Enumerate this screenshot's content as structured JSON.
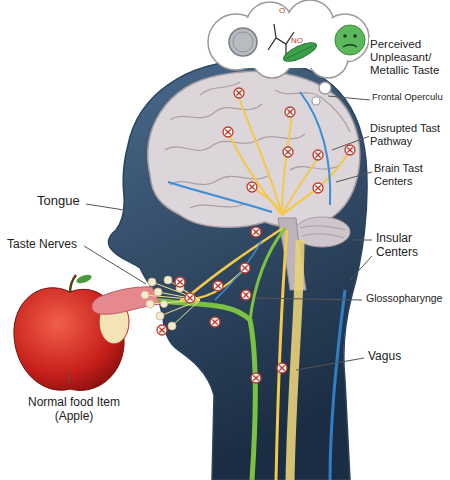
{
  "diagram": {
    "labels": [
      "Perceived Unpleasant/ Metallic Taste",
      "Frontal Operculu",
      "Disrupted Tast Pathway",
      "Brain Tast Centers",
      "Tongue",
      "Taste Nerves",
      "Insular Centers",
      "Glossopharynge",
      "Vagus",
      "Normal food Item (Apple)",
      "O",
      "NO"
    ]
  }
}
